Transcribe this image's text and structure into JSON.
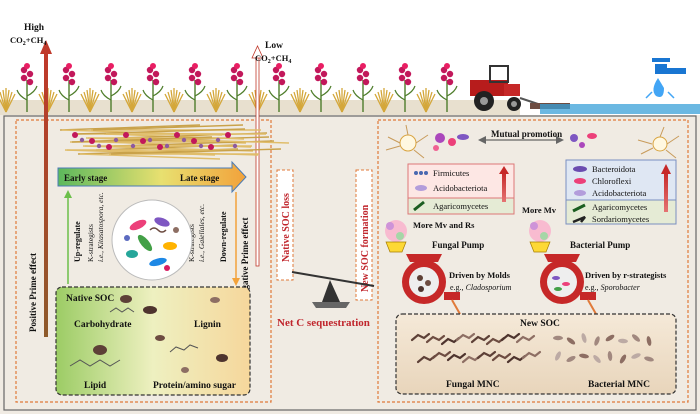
{
  "left_panel": {
    "high_co2": "High",
    "high_co2_sub": "CO",
    "low_co2": "Low",
    "positive_prime": "Positive Prime effect",
    "negative_prime": "Negative Prime effect",
    "early_stage": "Early stage",
    "late_stage": "Late stage",
    "up_regulate": "Up-regulate",
    "k_strategists_up": "K-strategists",
    "kitasatospora": "i.e., Kitasatospora, etc.",
    "down_regulate": "Down-regulate",
    "k_strategists_down": "K-strategists",
    "gaiellales": "i.e., Gaiellales, etc.",
    "native_soc": "Native SOC",
    "carbohydrate": "Carbohydrate",
    "lignin": "Lignin",
    "lipid": "Lipid",
    "protein": "Protein/amino sugar"
  },
  "center": {
    "native_soc_loss": "Native SOC loss",
    "new_soc_formation": "New SOC formation",
    "net_c": "Net C sequestration"
  },
  "right_panel": {
    "mutual_promotion": "Mutual promotion",
    "fungi_taxa": [
      "Firmicutes",
      "Acidobacteriota"
    ],
    "agaricomycetes_left": "Agaricomycetes",
    "bacteria_taxa": [
      "Bacteroidota",
      "Chloroflexi",
      "Acidobacteriota"
    ],
    "agaricomycetes_right": "Agaricomycetes",
    "sordariomycetes": "Sordariomycetes",
    "more_mv_rs": "More Mv and Rs",
    "more_mv": "More Mv",
    "fungal_pump": "Fungal Pump",
    "bacterial_pump": "Bacterial Pump",
    "driven_molds": "Driven by Molds",
    "cladosporium": "e.g., Cladosporium",
    "driven_r": "Driven by r-strategists",
    "sporobacter": "e.g., Sporobacter",
    "new_soc": "New SOC",
    "fungal_mnc": "Fungal MNC",
    "bacterial_mnc": "Bacterial MNC"
  },
  "colors": {
    "soil": "#f0ebe3",
    "red_accent": "#c0262d",
    "arrow_gradient_start": "#4caf50",
    "arrow_gradient_end": "#f2a23b",
    "water": "#2e8fc6"
  }
}
